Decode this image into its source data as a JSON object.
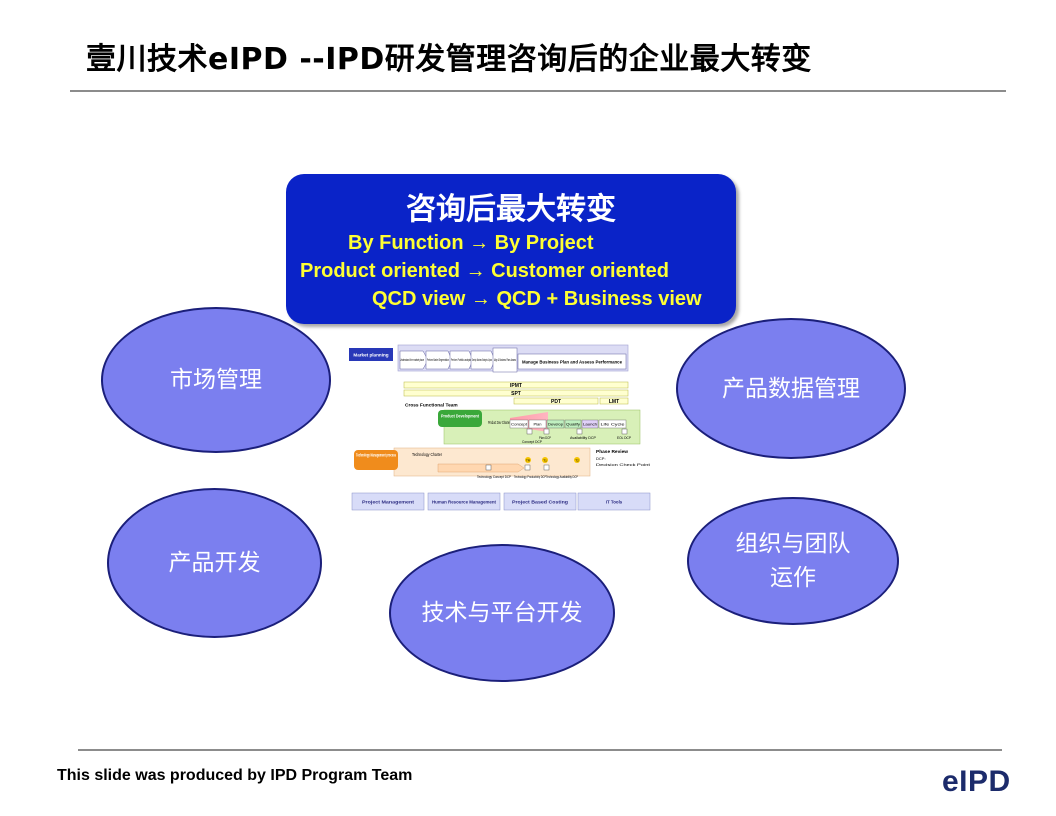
{
  "header": {
    "title": "壹川技术eIPD --IPD研发管理咨询后的企业最大转变"
  },
  "center_box": {
    "title": "咨询后最大转变",
    "lines": [
      "By Function → By Project",
      "Product oriented → Customer oriented",
      "QCD view → QCD + Business view"
    ]
  },
  "ellipses": {
    "market": "市场管理",
    "product_data": "产品数据管理",
    "product_dev": "产品开发",
    "org": "组织与团队\n运作",
    "tech": "技术与平台开发"
  },
  "ipd_diagram": {
    "market_planning": "Market planning",
    "mp_steps": [
      "Understand the market place",
      "Perform Market Segmentation",
      "Perform Portfolio analysis",
      "Develop Business Strategies & plans"
    ],
    "align": "Align & Business Plans Assess",
    "manage": "Manage Business Plan and Assess Performance",
    "ipmt": "IPMT",
    "spt": "SPT",
    "pdt": "PDT",
    "lmt": "LMT",
    "cft": "Cross Functional Team",
    "product_development": "Product Development",
    "pdc": "Product Dev Charter",
    "phases": [
      "Concept",
      "Plan",
      "Develop",
      "Qualify",
      "Launch",
      "Life Cycle"
    ],
    "dcp_labels": [
      "Concept DCP",
      "Plan DCP",
      "Availability DCP",
      "EOL DCP"
    ],
    "phase_review": "Phase Review",
    "dcp_note_1": "DCP:",
    "dcp_note_2": "Decision Check Point",
    "tech_mgmt": "Technology Management process",
    "tech_charter": "Technology Charter",
    "tr_labels": [
      "TR",
      "T1",
      "T2"
    ],
    "tech_dcps": [
      "Technology Concept DCP",
      "Technology Productivity DCP",
      "Technology Availability DCP"
    ],
    "bottom": [
      "Project Management",
      "Human Resource Management",
      "Project Based Costing",
      "IT Tools"
    ]
  },
  "footer": {
    "credit": "This slide was produced by IPD Program Team",
    "logo": "eIPD"
  },
  "colors": {
    "box_bg": "#0a23c8",
    "box_text": "#ffff33",
    "ellipse_fill": "#7b7fef",
    "ellipse_border": "#1b1f7a"
  }
}
